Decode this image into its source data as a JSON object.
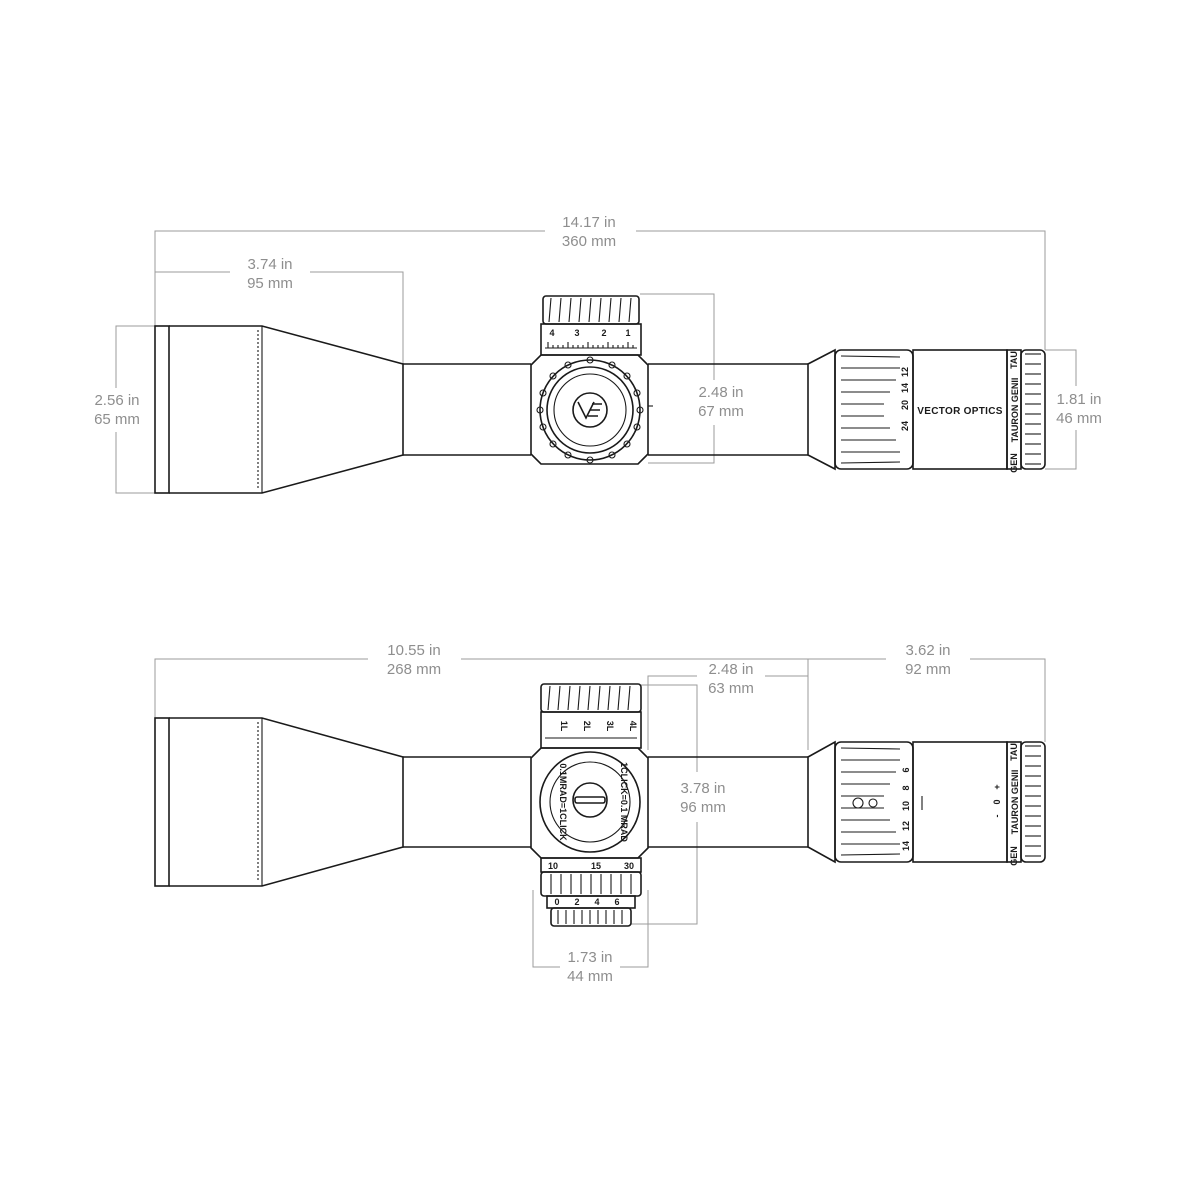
{
  "top_view": {
    "dims": {
      "overall_length": {
        "in": "14.17 in",
        "mm": "360 mm"
      },
      "objective_bell_length": {
        "in": "3.74 in",
        "mm": "95 mm"
      },
      "objective_diameter": {
        "in": "2.56  in",
        "mm": "65 mm"
      },
      "turret_height": {
        "in": "2.48 in",
        "mm": "67 mm"
      },
      "eyepiece_diameter": {
        "in": "1.81 in",
        "mm": "46 mm"
      }
    },
    "elevation_scale": [
      "4",
      "3",
      "2",
      "1"
    ],
    "mag_scale": [
      "12",
      "14",
      "20",
      "24"
    ],
    "brand": "VECTOR OPTICS",
    "model": "TAURON GENII",
    "eyepiece_marks": [
      "TAU",
      "GEN"
    ]
  },
  "side_view": {
    "dims": {
      "front_length": {
        "in": "10.55 in",
        "mm": "268 mm"
      },
      "rear_length": {
        "in": "3.62 in",
        "mm": "92 mm"
      },
      "turret_offset": {
        "in": "2.48 in",
        "mm": "63 mm"
      },
      "turret_span": {
        "in": "3.78 in",
        "mm": "96 mm"
      },
      "turret_width": {
        "in": "1.73 in",
        "mm": "44 mm"
      }
    },
    "windage_scale": [
      "1L",
      "2L",
      "3L",
      "4L"
    ],
    "windage_cap_ring": "1CLICK=0.1 MRAD",
    "windage_cap_ring_2": "0.1MRAD=1CLICK",
    "parallax_scale": [
      "10",
      "15",
      "30"
    ],
    "illum_scale": [
      "0",
      "2",
      "4",
      "6"
    ],
    "mag_scale": [
      "6",
      "8",
      "10",
      "12",
      "14"
    ],
    "diopter_marks": [
      "+",
      "0",
      "-"
    ],
    "model": "TAURON GENII",
    "eyepiece_marks": [
      "TAU",
      "GEN"
    ]
  }
}
